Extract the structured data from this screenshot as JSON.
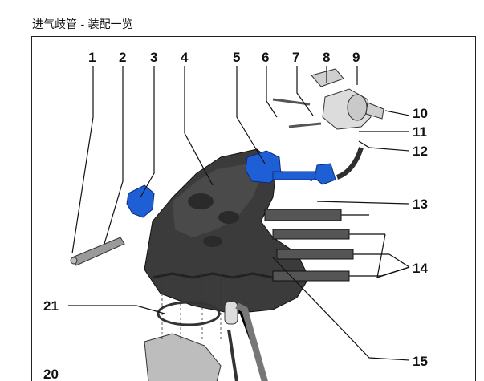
{
  "page": {
    "title": "进气歧管 - 装配一览"
  },
  "diagram": {
    "callouts": [
      "1",
      "2",
      "3",
      "4",
      "5",
      "6",
      "7",
      "8",
      "9",
      "10",
      "11",
      "12",
      "13",
      "14",
      "15",
      "21",
      "20"
    ],
    "colors": {
      "highlight": "#1f5fd6",
      "body": "#3b3b3b",
      "line": "#111111"
    }
  }
}
